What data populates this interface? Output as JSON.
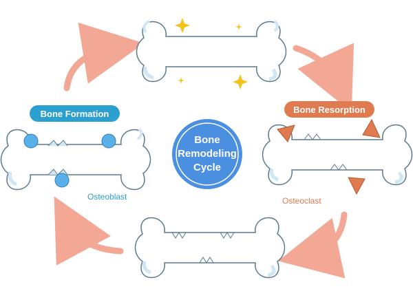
{
  "title_lines": [
    "Bone",
    "Remodeling",
    "Cycle"
  ],
  "phases": {
    "formation": "Bone Formation",
    "resorption": "Bone Resorption"
  },
  "cells": {
    "osteoblast": "Osteoblast",
    "osteoclast": "Osteoclast"
  },
  "colors": {
    "formation": "#2a9fd0",
    "resorption": "#e07a4f",
    "center": "#4a8fe0",
    "arrow": "#f2a894",
    "bone_outline": "#5a7a8c",
    "bone_shade": "#cfe6f5",
    "sparkle": "#f3c21b"
  }
}
